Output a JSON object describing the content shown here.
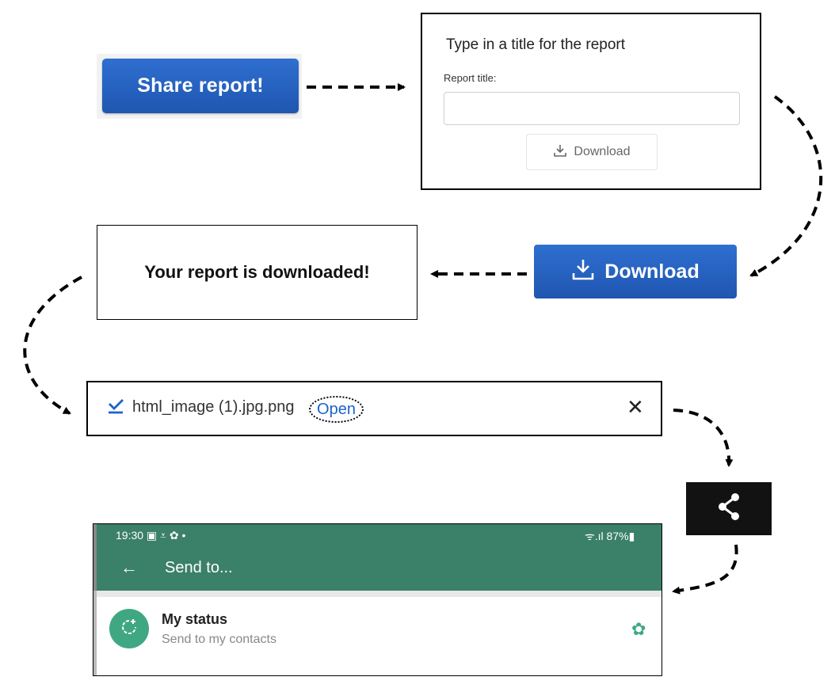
{
  "share_button": {
    "label": "Share report!"
  },
  "title_dialog": {
    "title": "Type in a title for the report",
    "field_label": "Report title:",
    "input_value": "",
    "download_label": "Download"
  },
  "download_button": {
    "label": "Download"
  },
  "download_message": {
    "text": "Your report is downloaded!"
  },
  "download_bar": {
    "filename": "html_image (1).jpg.png",
    "open_label": "Open",
    "close_symbol": "✕"
  },
  "share_icon": {
    "icon": "share-icon"
  },
  "send_to_screen": {
    "status_time": "19:30 ▣ ⩡ ✿ •",
    "status_right": "ᯤ.ıl 87%▮",
    "title": "Send to...",
    "items": [
      {
        "title": "My status",
        "subtitle": "Send to my contacts"
      }
    ]
  },
  "colors": {
    "button_blue": "#2563c4",
    "whatsapp_green": "#3b8069",
    "status_green": "#3fa883"
  }
}
